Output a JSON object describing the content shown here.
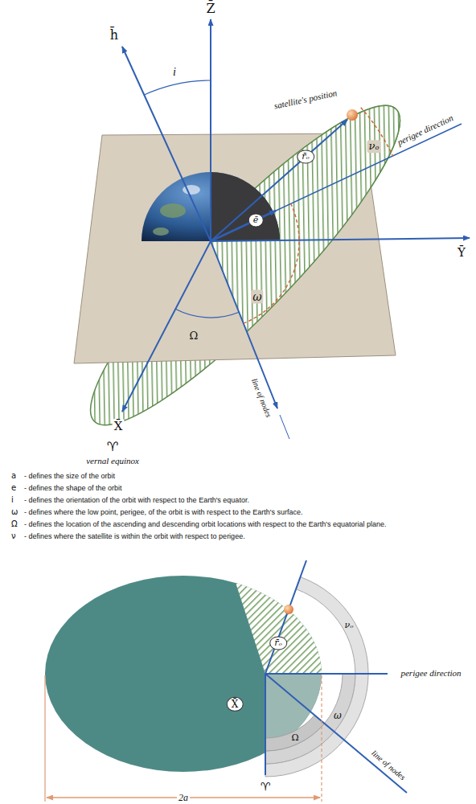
{
  "diagram": {
    "labels": [
      "Z̄",
      "h̄",
      "i",
      "satellite's position",
      "perigee direction",
      "νₒ",
      "r̄ₒ",
      "ē",
      "ω",
      "Ω",
      "Ȳ",
      "X̄",
      "line of nodes",
      "♈",
      "vernal equinox",
      "a",
      "- defines the size of the orbit",
      "e",
      "- defines the shape of the orbit",
      "i",
      "- defines the orientation of the orbit with respect to the Earth's equator.",
      "ω",
      "- defines where the low point, perigee, of the orbit is with respect to the Earth's surface.",
      "Ω",
      "- defines the location of the ascending and descending orbit locations with respect to the Earth's equatorial plane.",
      "ν",
      "- defines where the satellite is within the orbit with respect to perigee.",
      "r̄ₒ",
      "νₒ",
      "perigee direction",
      "ω",
      "X̄",
      "Ω",
      "line of nodes",
      "♈",
      "2a"
    ]
  }
}
